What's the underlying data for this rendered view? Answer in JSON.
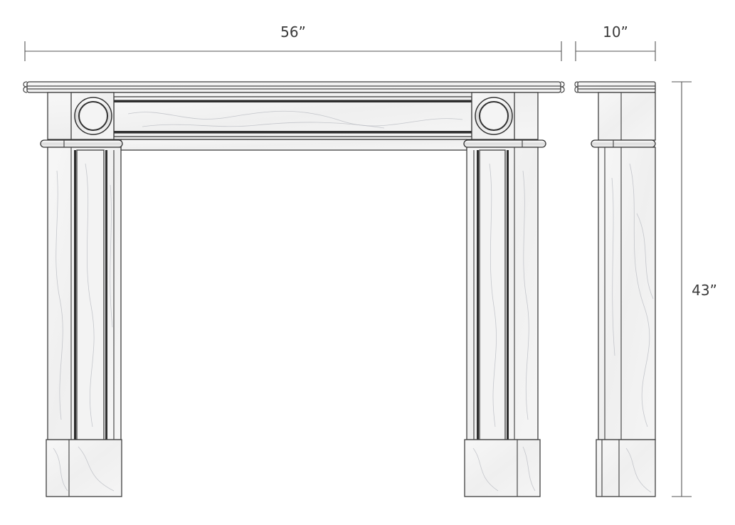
{
  "dimensions": {
    "width_label": "56”",
    "depth_label": "10”",
    "height_label": "43”"
  },
  "colors": {
    "marble_base": "#f2f2f2",
    "marble_vein": "#b9bcc2",
    "outline": "#3e3e3e",
    "dimension_line": "#555555"
  }
}
